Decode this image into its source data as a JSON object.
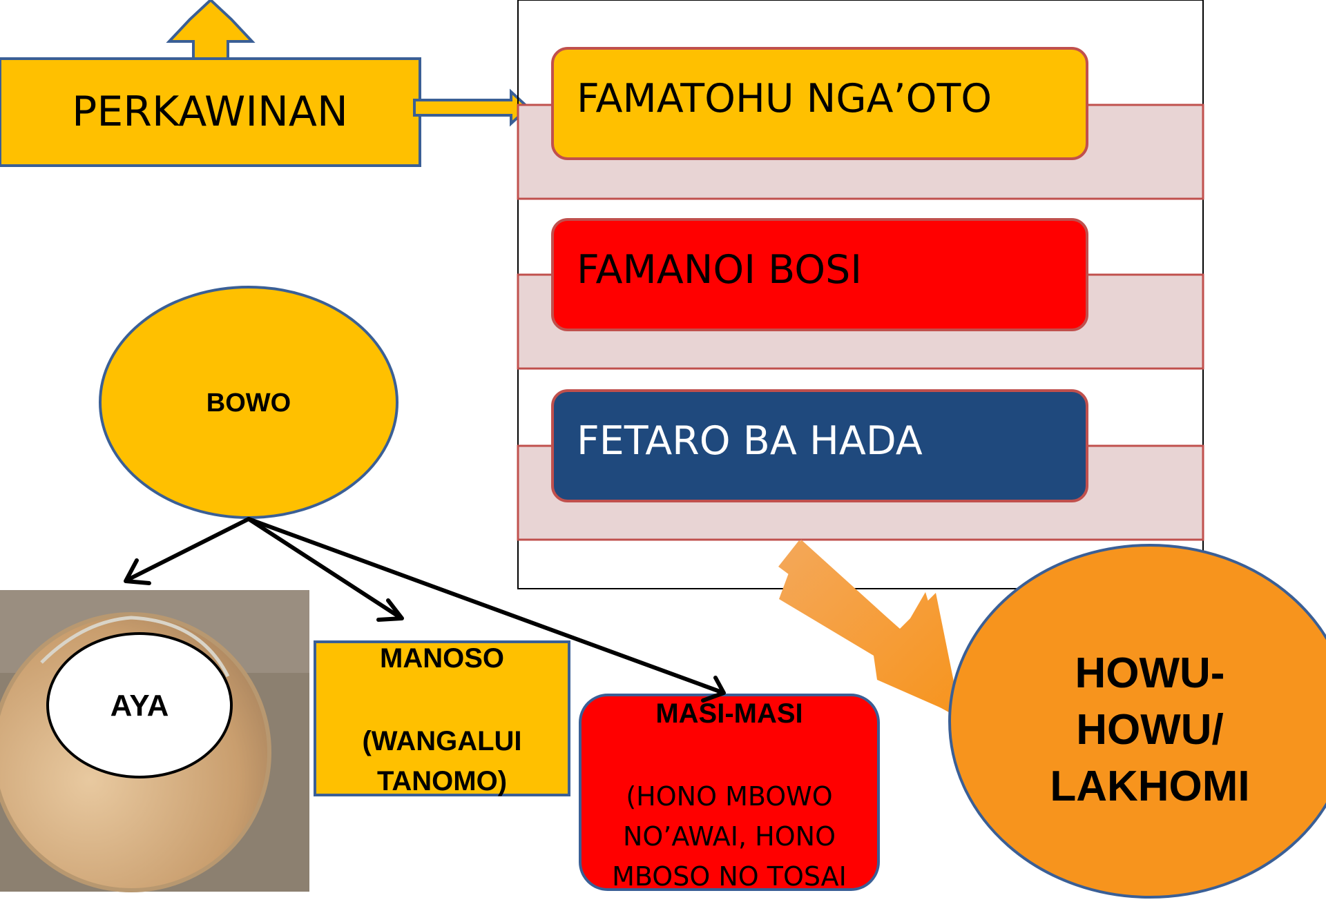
{
  "title_box": {
    "label": "PERKAWINAN"
  },
  "steps": [
    {
      "label": "FAMATOHU NGA’OTO",
      "fill": "#FFC000",
      "text_color": "#000000"
    },
    {
      "label": "FAMANOI BOSI",
      "fill": "#FF0000",
      "text_color": "#000000"
    },
    {
      "label": "FETARO BA HADA",
      "fill": "#1F497D",
      "text_color": "#FFFFFF"
    }
  ],
  "bowo": {
    "label": "BOWO"
  },
  "aya": {
    "label": "AYA"
  },
  "manoso": {
    "title": "MANOSO",
    "subtitle": "(WANGALUI TANOMO)"
  },
  "masi_masi": {
    "title": "MASI-MASI",
    "subtitle": "(HONO MBOWO NO’AWAI, HONO MBOSO NO TOSAI"
  },
  "result": {
    "label": "HOWU-HOWU/ LAKHOMI"
  },
  "colors": {
    "accent_gold": "#FFC000",
    "red": "#FF0000",
    "navy": "#1F497D",
    "orange": "#F7941D",
    "band_pink": "#E8D4D4",
    "outline_blue": "#3A5F96",
    "outline_red": "#C0504D"
  }
}
